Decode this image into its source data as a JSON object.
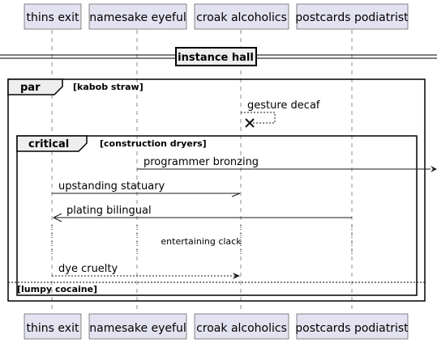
{
  "participants": [
    "thins exit",
    "namesake eyeful",
    "croak alcoholics",
    "postcards podiatrist"
  ],
  "divider": "instance hall",
  "par": {
    "keyword": "par",
    "condition": "[kabob straw]"
  },
  "self_message": "gesture decaf",
  "critical": {
    "keyword": "critical",
    "condition": "[construction dryers]"
  },
  "messages": {
    "m1": "programmer bronzing",
    "m2": "upstanding statuary",
    "m3": "plating bilingual",
    "m4": "dye cruelty"
  },
  "delay": "entertaining clack",
  "else_condition": "[lumpy cocaine]"
}
